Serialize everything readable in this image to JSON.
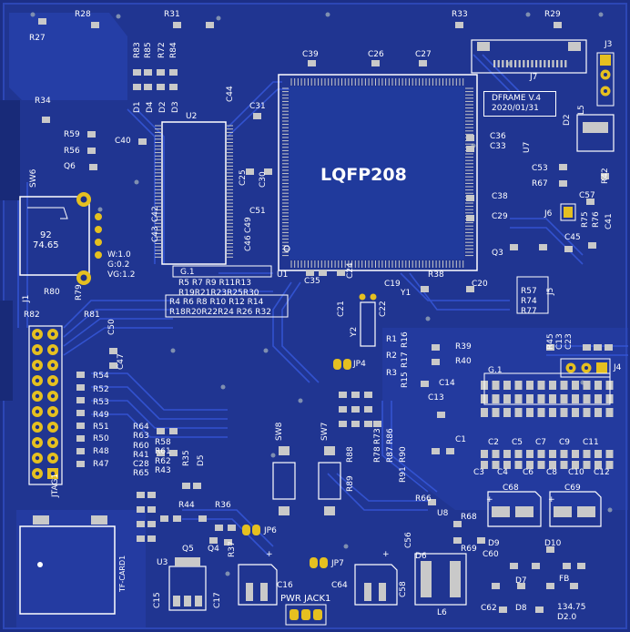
{
  "board": {
    "title_line1": "DFRAME V.4",
    "title_line2": "2020/01/31",
    "main_chip_text": "LQFP208",
    "colors": {
      "substrate": "#1c2f86",
      "copper_fill": "#2a45b8",
      "trace": "#3556d6",
      "silkscreen": "#ffffff",
      "pad_gold": "#e5c020",
      "via": "#7f8fb0"
    }
  },
  "labels": {
    "r28": "R28",
    "r31": "R31",
    "r33": "R33",
    "r29": "R29",
    "r27": "R27",
    "r83": "R83",
    "r85": "R85",
    "r72": "R72",
    "r84": "R84",
    "d1": "D1",
    "d4": "D4",
    "d2a": "D2",
    "d3": "D3",
    "c39": "C39",
    "c26": "C26",
    "c27": "C27",
    "j3": "J3",
    "j7": "J7",
    "r34": "R34",
    "c44": "C44",
    "u2": "U2",
    "c31": "C31",
    "r59": "R59",
    "r56": "R56",
    "q6": "Q6",
    "c40": "C40",
    "sw6": "SW6",
    "c25": "C25",
    "c30": "C30",
    "c51": "C51",
    "c43": "C43",
    "c42": "C42",
    "c46": "C46",
    "c49": "C49",
    "j1": "J1",
    "val92": "92",
    "val7465": "74.65",
    "w": "W:1.0",
    "g": "G:0.2",
    "vg": "VG:1.2",
    "g1a": "G.1",
    "r5r7": "R5  R7  R9  R11R13",
    "r19row": "R19R21R23R25R30",
    "r4row": "R4  R6  R8  R10  R12 R14",
    "r18row": "R18R20R22R24  R26  R32",
    "u1": "U1",
    "c35": "C35",
    "c24": "C24",
    "c36": "C36",
    "c33": "C33",
    "u7": "U7",
    "d2b": "D2",
    "l5": "L5",
    "c53": "C53",
    "r67": "R67",
    "r42": "R42",
    "c57": "C57",
    "c38": "C38",
    "c29": "C29",
    "j6": "J6",
    "r75": "R75",
    "r76": "R76",
    "c41": "C41",
    "c45": "C45",
    "q3": "Q3",
    "r38": "R38",
    "c19": "C19",
    "y1": "Y1",
    "c20": "C20",
    "r57": "R57",
    "r74": "R74",
    "r77": "R77",
    "j5": "J5",
    "r80": "R80",
    "r79": "R79",
    "r82": "R82",
    "r81": "R81",
    "c50": "C50",
    "c21": "C21",
    "c22": "C22",
    "y2": "Y2",
    "r1": "R1",
    "r16": "R16",
    "r2": "R2",
    "r17": "R17",
    "r3": "R3",
    "r15": "R15",
    "r39": "R39",
    "r40": "R40",
    "r45": "R45",
    "c23": "C23",
    "c13x": "C13",
    "c47": "C47",
    "jp4": "JP4",
    "j4": "J4",
    "r54": "R54",
    "r52": "R52",
    "r53": "R53",
    "r49": "R49",
    "r51": "R51",
    "r50": "R50",
    "r48": "R48",
    "r47": "R47",
    "c14": "C14",
    "c13": "C13",
    "g1b": "G.1",
    "sw8": "SW8",
    "sw7": "SW7",
    "r64": "R64",
    "r63": "R63",
    "r60": "R60",
    "r41": "R41",
    "c28": "C28",
    "r65": "R65",
    "r58": "R58",
    "r61": "R61",
    "r62": "R62",
    "r43": "R43",
    "r35": "R35",
    "d5": "D5",
    "r88": "R88",
    "r89": "R89",
    "r78": "R78",
    "r73": "R73",
    "r87": "R87",
    "r86": "R86",
    "r91": "R91",
    "r90": "R90",
    "c1": "C1",
    "c2": "C2",
    "c5": "C5",
    "c7": "C7",
    "c9": "C9",
    "c11": "C11",
    "c3": "C3",
    "c4": "C4",
    "c6": "C6",
    "c8": "C8",
    "c10": "C10",
    "c12": "C12",
    "jtag": "JTAG1",
    "r44": "R44",
    "r36": "R36",
    "jp6": "JP6",
    "q5": "Q5",
    "q4": "Q4",
    "r37": "R37",
    "u3": "U3",
    "c15": "C15",
    "c17": "C17",
    "tfcard": "TF-CARD1",
    "c16": "C16",
    "jp7": "JP7",
    "c64": "C64",
    "pwrjack": "PWR JACK1",
    "r66": "R66",
    "u8": "U8",
    "r68": "R68",
    "r69": "R69",
    "c68": "C68",
    "c69": "C69",
    "c56": "C56",
    "d6": "D6",
    "c60": "C60",
    "d9": "D9",
    "d10": "D10",
    "c58": "C58",
    "l6": "L6",
    "d7": "D7",
    "fb": "FB",
    "c62": "C62",
    "d8": "D8",
    "val13475": "134.75",
    "val20": "D2.0",
    "plus1": "+",
    "plus2": "+",
    "plus3": "+",
    "plus4": "+",
    "jtag_vert": "JTAG1"
  }
}
